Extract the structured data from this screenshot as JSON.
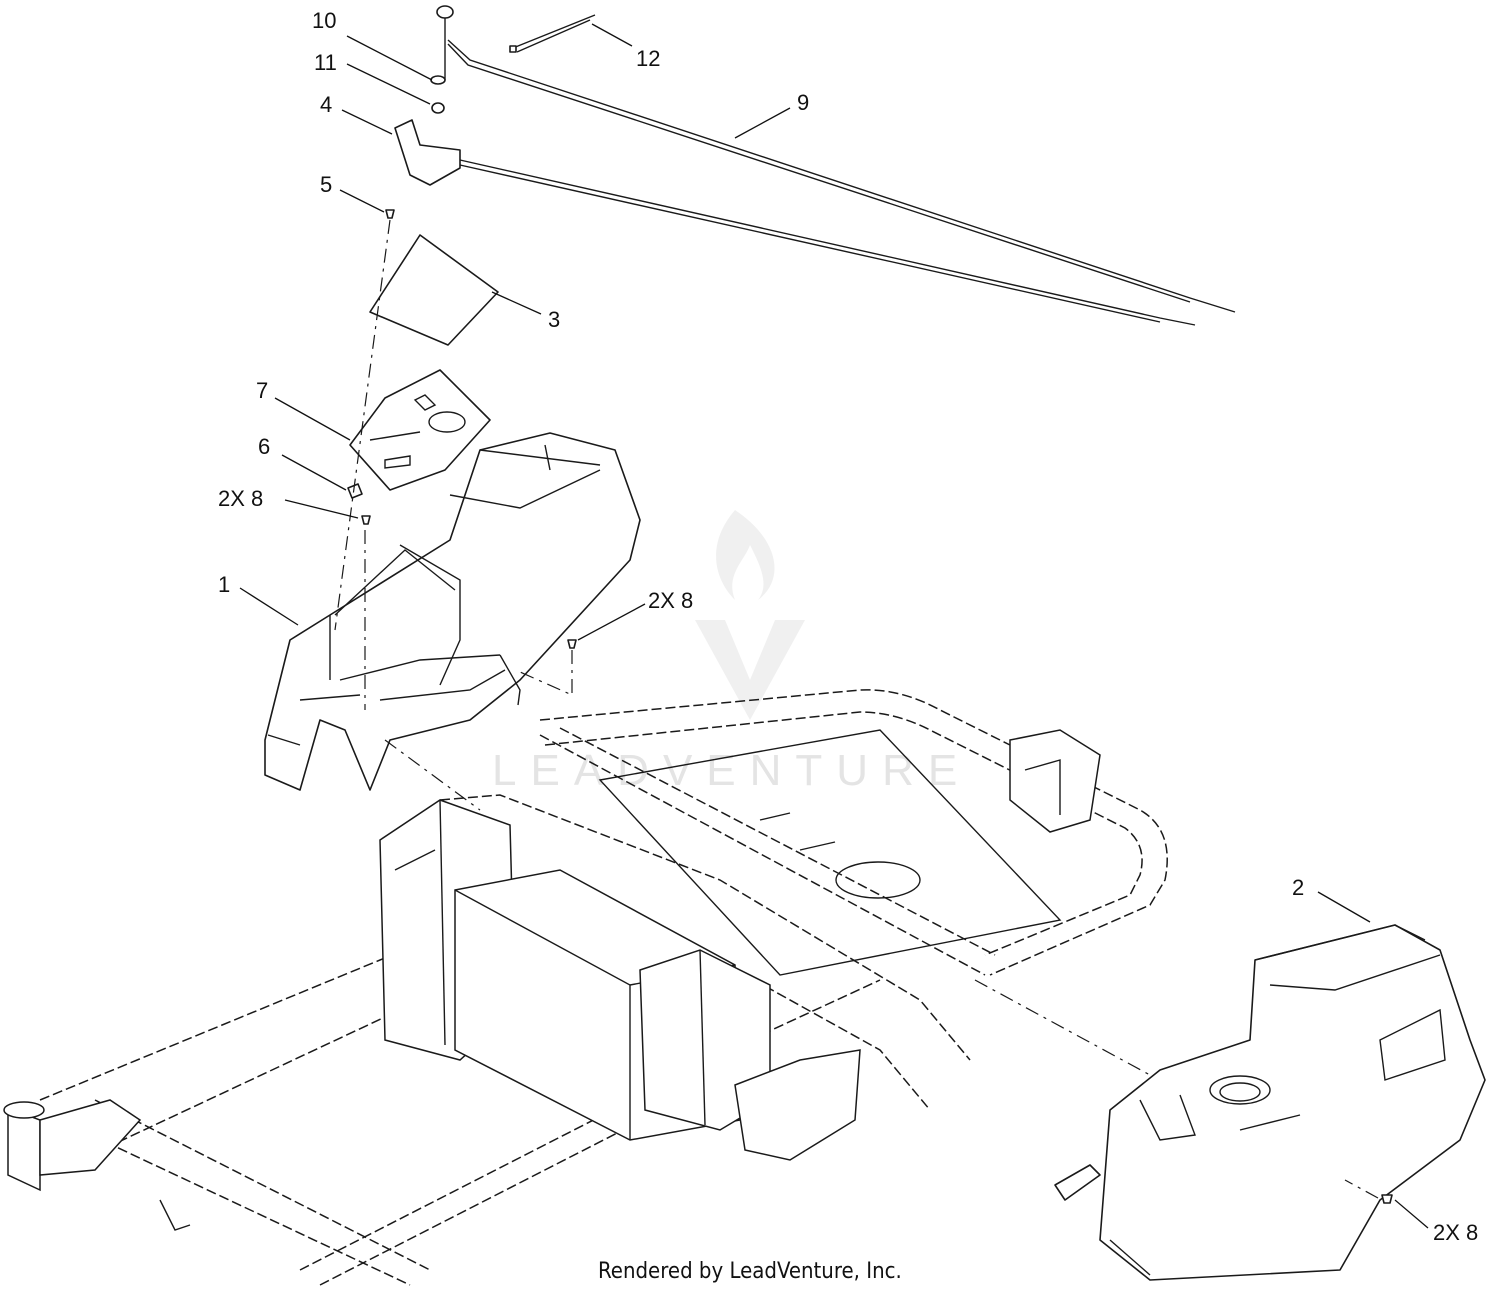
{
  "callouts": {
    "c1": "1",
    "c2": "2",
    "c3": "3",
    "c4": "4",
    "c5": "5",
    "c6": "6",
    "c7": "7",
    "c8a": "2X 8",
    "c8b": "2X 8",
    "c8c": "2X 8",
    "c9": "9",
    "c10": "10",
    "c11": "11",
    "c12": "12"
  },
  "watermark": "LEADVENTURE",
  "footer": "Rendered by LeadVenture, Inc."
}
